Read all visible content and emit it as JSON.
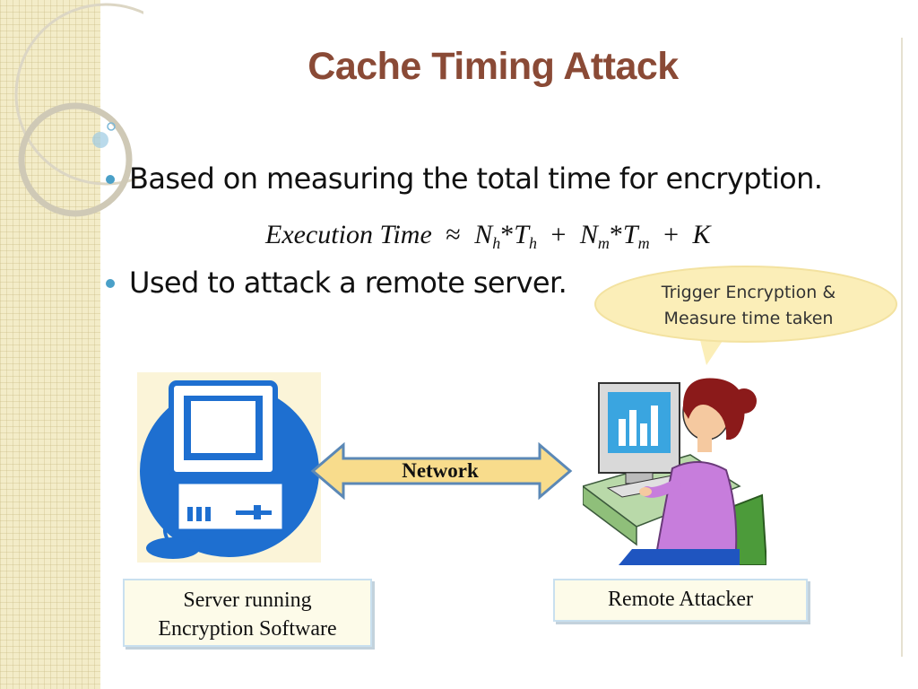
{
  "slide": {
    "title": "Cache Timing Attack",
    "bullets": [
      "Based on measuring the total time for encryption.",
      "Used to attack a remote server."
    ],
    "formula": {
      "lhs": "Execution Time",
      "approx": "≈",
      "term1_N": "N",
      "term1_N_sub": "h",
      "term1_T": "T",
      "term1_T_sub": "h",
      "plus": "+",
      "term2_N": "N",
      "term2_N_sub": "m",
      "term2_T": "T",
      "term2_T_sub": "m",
      "const": "K",
      "star": "*"
    },
    "speech_bubble": {
      "line1": "Trigger Encryption &",
      "line2": "Measure time taken"
    },
    "arrow_label": "Network",
    "server_label": {
      "line1": "Server running",
      "line2": "Encryption Software"
    },
    "attacker_label": "Remote Attacker",
    "colors": {
      "title": "#8a4a36",
      "bullet": "#4aa0c8",
      "server_clipart": "#1e6fd0",
      "arrow_fill": "#f8dc8c",
      "bubble_fill": "#fbeeb8"
    },
    "icons": [
      "server-computer-icon",
      "woman-at-computer-icon"
    ]
  }
}
